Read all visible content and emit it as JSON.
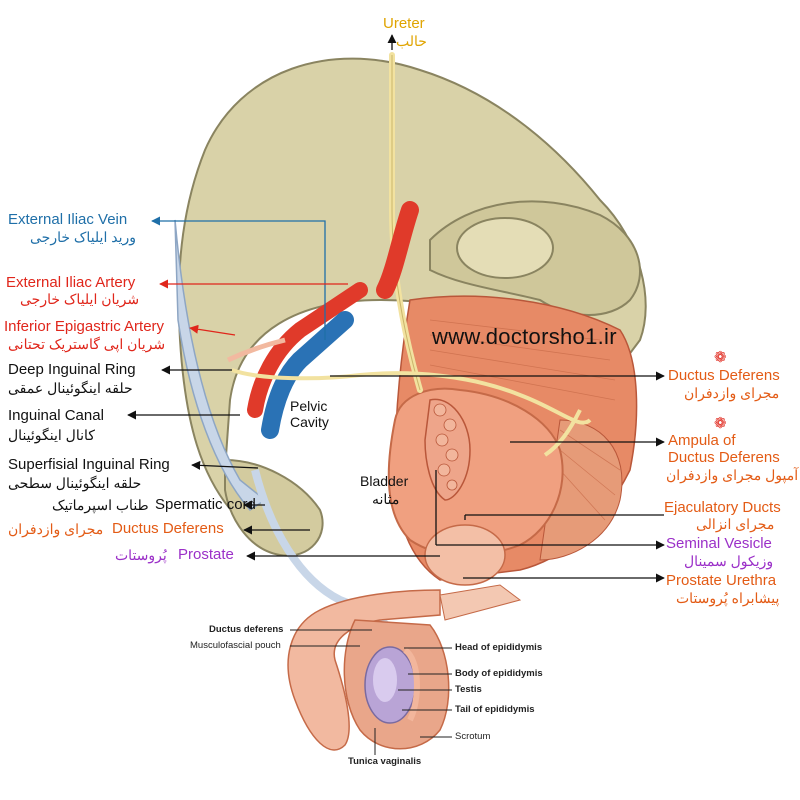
{
  "watermark": "www.doctorsho1.ir",
  "labels": {
    "ureter": {
      "en": "Ureter",
      "fa": "حالب"
    },
    "ext_iliac_vein": {
      "en": "External Iliac Vein",
      "fa": "ورید ایلیاک خارجی"
    },
    "ext_iliac_artery": {
      "en": "External Iliac Artery",
      "fa": "شریان ایلیاک خارجی"
    },
    "inf_epigastric": {
      "en": "Inferior Epigastric Artery",
      "fa": "شریان اپی گاستریک تحتانی"
    },
    "deep_ring": {
      "en": "Deep Inguinal Ring",
      "fa": "حلقه اینگوئینال عمقی"
    },
    "inguinal_canal": {
      "en": "Inguinal  Canal",
      "fa": "کانال اینگوئینال"
    },
    "superficial_ring": {
      "en": "Superfisial Inguinal Ring",
      "fa": "حلقه اینگوئینال سطحی"
    },
    "spermatic_cord": {
      "en": "Spermatic cord",
      "fa": "طناب اسپرماتیک"
    },
    "ductus_left": {
      "en": "Ductus Deferens",
      "fa": "مجرای وازدفران"
    },
    "prostate": {
      "en": "Prostate",
      "fa": "پُروستات"
    },
    "pelvic_cavity": {
      "line1": "Pelvic",
      "line2": "Cavity"
    },
    "bladder": {
      "en": "Bladder",
      "fa": "مثانه"
    },
    "ductus_right": {
      "en": "Ductus Deferens",
      "fa": "مجرای وازدفران"
    },
    "ampulla": {
      "en1": "Ampula of",
      "en2": "Ductus Deferens",
      "fa": "آمپول مجرای وازدفران"
    },
    "ejaculatory": {
      "en": "Ejaculatory Ducts",
      "fa": "مجرای انزالی"
    },
    "seminal": {
      "en": "Seminal Vesicle",
      "fa": "وزیکول سمینال"
    },
    "prostate_urethra": {
      "en": "Prostate Urethra",
      "fa": "پیشابراه پُروستات"
    }
  },
  "small_labels": {
    "ductus_deferens": "Ductus deferens",
    "musculofascial_pouch": "Musculofascial pouch",
    "head_epididymis": "Head of epididymis",
    "body_epididymis": "Body of epididymis",
    "testis": "Testis",
    "tail_epididymis": "Tail of epididymis",
    "scrotum": "Scrotum",
    "tunica_vaginalis": "Tunica vaginalis"
  },
  "markers": {
    "star": "❁"
  },
  "colors": {
    "bone": "#d9d2a8",
    "bone_dark": "#8a8460",
    "muscle": "#e78a66",
    "artery": "#e03a2a",
    "vein": "#2a72b5",
    "nerve_yellow": "#f2e2a0",
    "skin": "#f2b9a0",
    "testis": "#b9a4d6"
  }
}
